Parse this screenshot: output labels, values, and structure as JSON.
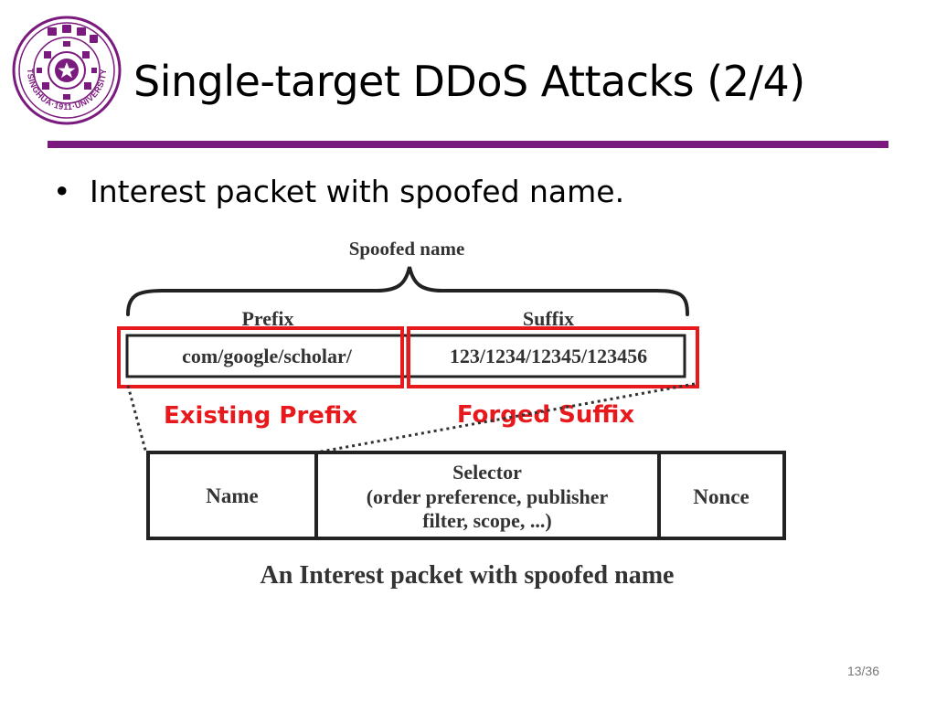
{
  "logo": {
    "icon": "tsinghua-university-seal",
    "lettering": "TSINGHUA·1911·UNIVERSITY",
    "color": "#7b1a7e"
  },
  "title": "Single-target DDoS Attacks (2/4)",
  "accent_color": "#7b1a7e",
  "bullet": "Interest packet with spoofed name.",
  "diagram": {
    "spoofed_name": "Spoofed name",
    "prefix_label": "Prefix",
    "suffix_label": "Suffix",
    "prefix_value": "com/google/scholar/",
    "suffix_value": "123/1234/12345/123456",
    "existing_prefix": "Existing Prefix",
    "forged_suffix": "Forged Suffix",
    "packet_name": "Name",
    "selector_line1": "Selector",
    "selector_line2": "(order preference, publisher",
    "selector_line3": "filter, scope, ...)",
    "nonce": "Nonce",
    "caption": "An Interest packet with spoofed name",
    "highlight_color": "#e8191d"
  },
  "page_number": "13/36"
}
